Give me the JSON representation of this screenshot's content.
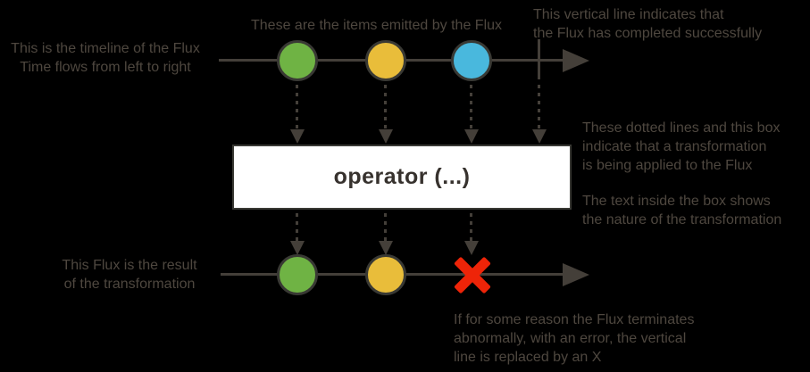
{
  "colors": {
    "background": "#000000",
    "annotation_text": "#4e473f",
    "line": "#443f39",
    "marble_border": "#393934",
    "marble_green": "#6fb344",
    "marble_yellow": "#e9bd3a",
    "marble_blue": "#49b8dd",
    "error_red": "#ee2408",
    "box_bg": "#ffffff",
    "box_border": "#393934",
    "box_text": "#37322e"
  },
  "annotations": {
    "timeline": "This is the timeline of the Flux\nTime flows from left to right",
    "items": "These are the items emitted by the Flux",
    "complete": "This vertical line indicates that\nthe Flux has completed successfully",
    "transformation": "These dotted lines and this box\nindicate that a transformation\nis being applied to the Flux",
    "box_text": "The text inside the box shows\nthe nature of the transformation",
    "result": "This Flux is the result\nof the transformation",
    "error": "If for some reason the Flux terminates\nabnormally, with an error, the vertical\nline is replaced by an X"
  },
  "operator": {
    "label": "operator (...)"
  },
  "diagram": {
    "source_flux": {
      "marbles": [
        "green",
        "yellow",
        "blue"
      ],
      "termination": "complete-vertical-line"
    },
    "result_flux": {
      "marbles": [
        "green",
        "yellow"
      ],
      "termination": "error-x"
    }
  }
}
